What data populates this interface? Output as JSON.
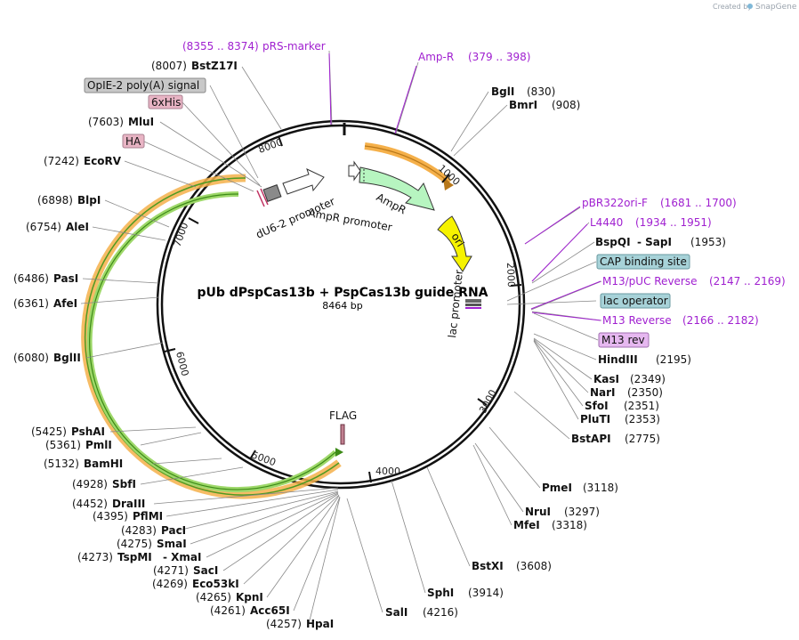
{
  "credit": {
    "created_by": "Created by",
    "brand": "SnapGene"
  },
  "plasmid": {
    "name": "pUb dPspCas13b + PspCas13b guide RNA",
    "length": "8464 bp"
  },
  "ticks": [
    "1000",
    "2000",
    "3000",
    "4000",
    "5000",
    "6000",
    "7000",
    "8000"
  ],
  "colors": {
    "orange": "#f5a623",
    "green": "#5db82c",
    "yellow": "#f6f300",
    "ampr": "#b7f5c0",
    "grey_box": "#c8c8c8",
    "pink_box": "#e8b4c4",
    "teal_box": "#a7d2d8",
    "violet_box": "#e6b8f0",
    "primer": "#a020d0"
  },
  "sites_left": [
    {
      "pos": "(8007)",
      "name": "BstZ17I"
    },
    {
      "pos": "(7603)",
      "name": "MluI"
    },
    {
      "pos": "(7242)",
      "name": "EcoRV"
    },
    {
      "pos": "(6898)",
      "name": "BlpI"
    },
    {
      "pos": "(6754)",
      "name": "AleI"
    },
    {
      "pos": "(6486)",
      "name": "PasI"
    },
    {
      "pos": "(6361)",
      "name": "AfeI"
    },
    {
      "pos": "(6080)",
      "name": "BglII"
    },
    {
      "pos": "(5425)",
      "name": "PshAI"
    },
    {
      "pos": "(5361)",
      "name": "PmlI"
    },
    {
      "pos": "(5132)",
      "name": "BamHI"
    },
    {
      "pos": "(4928)",
      "name": "SbfI"
    },
    {
      "pos": "(4452)",
      "name": "DraIII"
    },
    {
      "pos": "(4395)",
      "name": "PflMI"
    },
    {
      "pos": "(4283)",
      "name": "PacI"
    },
    {
      "pos": "(4275)",
      "name": "SmaI"
    },
    {
      "pos": "(4273)",
      "name": "TspMI",
      "extra": "- XmaI"
    },
    {
      "pos": "(4271)",
      "name": "SacI"
    },
    {
      "pos": "(4269)",
      "name": "Eco53kI"
    },
    {
      "pos": "(4265)",
      "name": "KpnI"
    },
    {
      "pos": "(4261)",
      "name": "Acc65I"
    },
    {
      "pos": "(4257)",
      "name": "HpaI"
    }
  ],
  "sites_right": [
    {
      "name": "BglI",
      "pos": "(830)"
    },
    {
      "name": "BmrI",
      "pos": "(908)"
    },
    {
      "name": "BspQI",
      "extra": "- SapI",
      "pos": "(1953)"
    },
    {
      "name": "HindIII",
      "pos": "(2195)"
    },
    {
      "name": "KasI",
      "pos": "(2349)"
    },
    {
      "name": "NarI",
      "pos": "(2350)"
    },
    {
      "name": "SfoI",
      "pos": "(2351)"
    },
    {
      "name": "PluTI",
      "pos": "(2353)"
    },
    {
      "name": "BstAPI",
      "pos": "(2775)"
    },
    {
      "name": "PmeI",
      "pos": "(3118)"
    },
    {
      "name": "NruI",
      "pos": "(3297)"
    },
    {
      "name": "MfeI",
      "pos": "(3318)"
    },
    {
      "name": "BstXI",
      "pos": "(3608)"
    },
    {
      "name": "SphI",
      "pos": "(3914)"
    },
    {
      "name": "SalI",
      "pos": "(4216)"
    }
  ],
  "primers": [
    {
      "range": "(8355 .. 8374)",
      "name": "pRS-marker"
    },
    {
      "name": "Amp-R",
      "range": "(379 .. 398)"
    },
    {
      "name": "pBR322ori-F",
      "range": "(1681 .. 1700)"
    },
    {
      "name": "L4440",
      "range": "(1934 .. 1951)"
    },
    {
      "name": "M13/pUC Reverse",
      "range": "(2147 .. 2169)"
    },
    {
      "name": "M13 Reverse",
      "range": "(2166 .. 2182)"
    }
  ],
  "boxed_labels": {
    "opie": "OpIE-2 poly(A) signal",
    "his": "6xHis",
    "ha": "HA",
    "cap": "CAP binding site",
    "lacop": "lac operator",
    "m13rev": "M13 rev"
  },
  "features": {
    "du6": "dU6-2 promoter",
    "amprprom": "AmpR promoter",
    "ampr": "AmpR",
    "ori": "ori",
    "lacprom": "lac promoter",
    "flag": "FLAG"
  }
}
